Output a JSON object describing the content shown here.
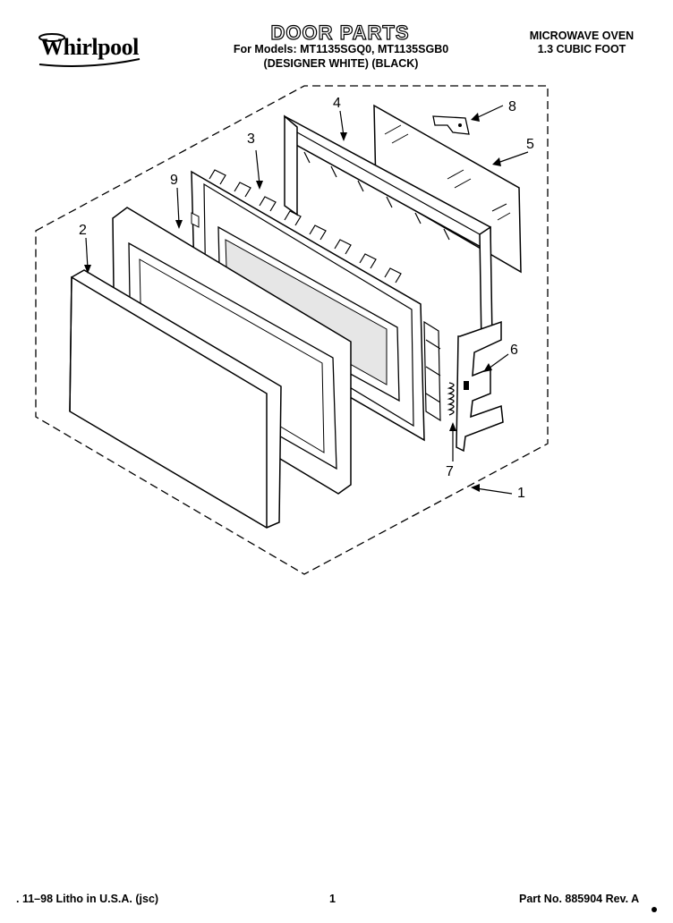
{
  "header": {
    "brand": "Whirlpool",
    "title": "DOOR PARTS",
    "models_line": "For Models: MT1135SGQ0, MT1135SGB0",
    "variants_line": "(DESIGNER WHITE)  (BLACK)",
    "product_line1": "MICROWAVE OVEN",
    "product_line2": "1.3 CUBIC FOOT"
  },
  "callouts": [
    "1",
    "2",
    "3",
    "4",
    "5",
    "6",
    "7",
    "8",
    "9"
  ],
  "footer": {
    "litho": ". 11–98 Litho in U.S.A. (jsc)",
    "page": "1",
    "part_no": "Part No. 885904 Rev. A"
  }
}
